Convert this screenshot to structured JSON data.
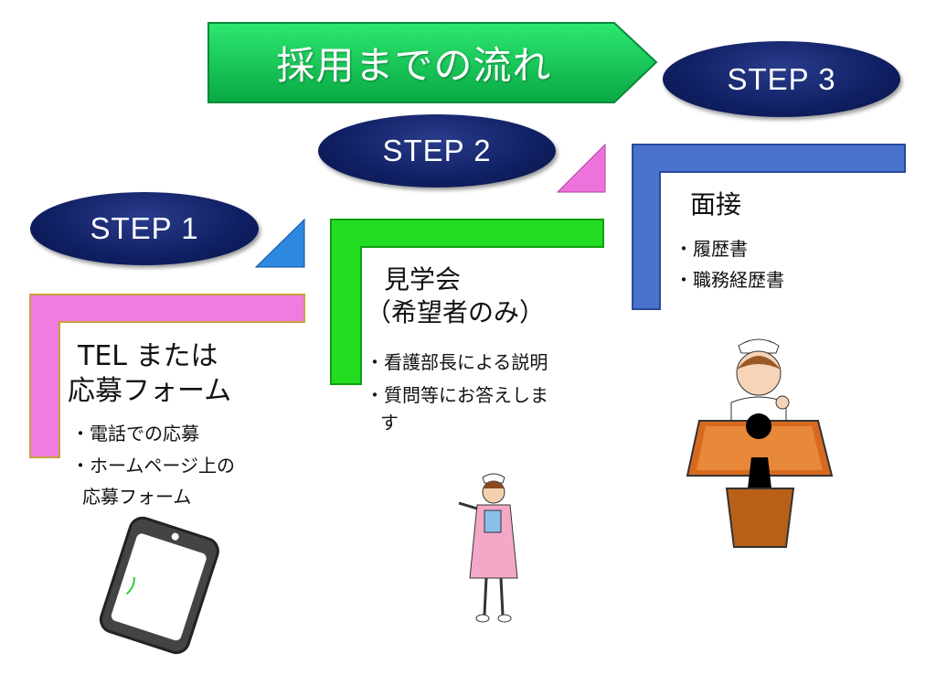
{
  "title": "採用までの流れ",
  "steps": [
    {
      "label": "STEP 1",
      "heading_line1": "TEL または",
      "heading_line2": "応募フォーム",
      "bullets": [
        "・電話での応募",
        "・ホームページ上の",
        "応募フォーム"
      ],
      "color": "#f07ce0"
    },
    {
      "label": "STEP 2",
      "heading_line1": "見学会",
      "heading_line2": "（希望者のみ）",
      "bullets": [
        "・看護部長による説明",
        "・質問等にお答えしま",
        "す"
      ],
      "color": "#22dd22"
    },
    {
      "label": "STEP 3",
      "heading_line1": "面接",
      "bullets": [
        "・履歴書",
        "・職務経歴書"
      ],
      "color": "#4a72cf"
    }
  ],
  "colors": {
    "title_arrow": "#10c050",
    "step_badge": "#0f1f62"
  }
}
